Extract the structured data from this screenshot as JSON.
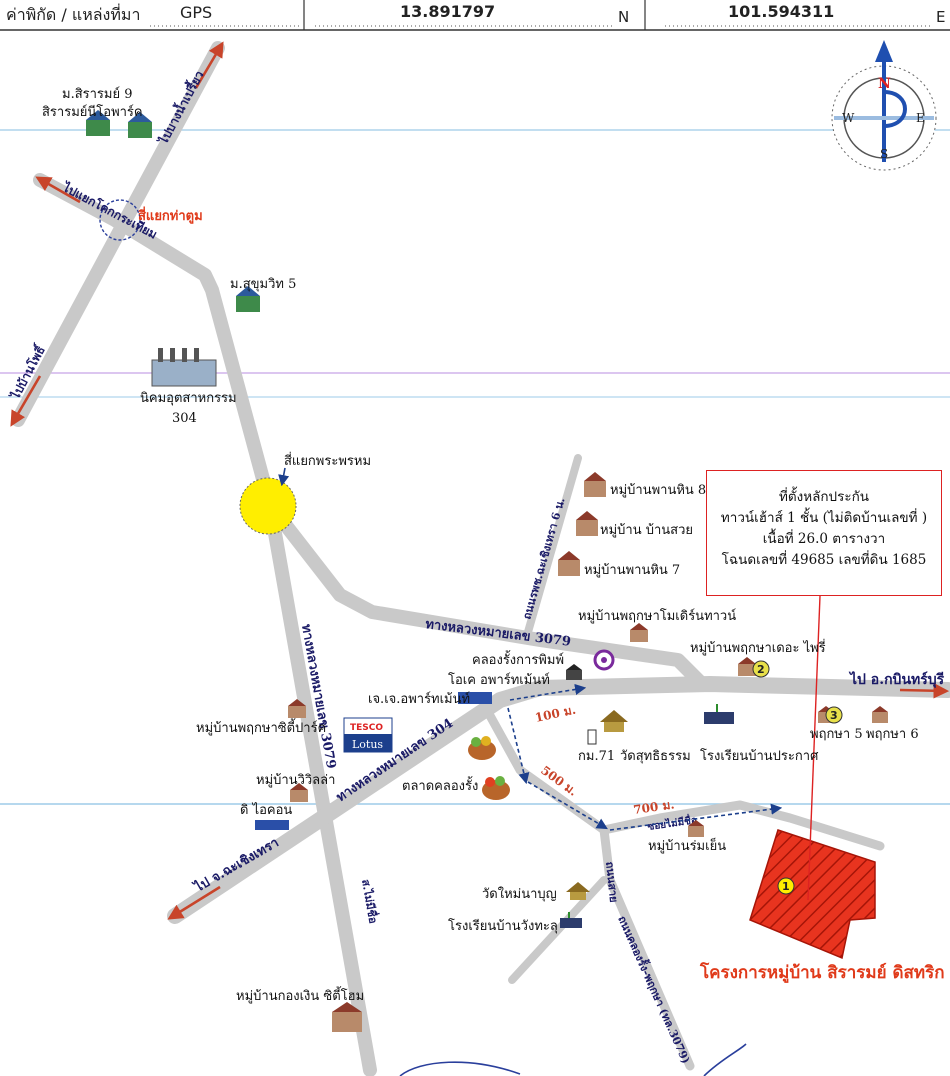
{
  "header": {
    "label": "ค่าพิกัด / แหล่งที่มา",
    "source": "GPS",
    "north_value": "13.891797",
    "north_unit": "N",
    "east_value": "101.594311",
    "east_unit": "E"
  },
  "compass": {
    "n": "N",
    "s": "S",
    "e": "E",
    "w": "W"
  },
  "roads": {
    "r3079_h": "ทางหลวงหมายเลข 3079",
    "r3079_v": "ทางหลวงหมายเลข 3079",
    "r304": "ทางหลวงหมายเลข 304",
    "to_bangnamprieo": "ไปบางน้ำเปรี้ยว",
    "to_khokkrathiam": "ไปแยกโคกกระเทียม",
    "to_ban_pho": "ไปบ้านโพธิ์",
    "to_kabinburi": "ไป อ.กบินทร์บุรี",
    "to_chachoengsao": "ไป จ.ฉะเชิงเทรา",
    "sub_road_north": "ถนนรพช.ฉะเชิงเทรา 6 น.",
    "sub_road_south": "ถนนคลองรั้ง-พฤกษา (ทล.3079)",
    "soi_south": "ส.ไม่มีชื่อ",
    "soi_ban": "ซอยไม่มีชื่อ",
    "soi_south_label": "ถนนสาย"
  },
  "intersections": {
    "tha_tum": "สี่แยกท่าตูม",
    "phra_phrom": "สี่แยกพระพรหม"
  },
  "places": {
    "sirarom9_a": "ม.สิรารมย์ 9",
    "sirarom9_b": "สิรารมย์นีโอพาร์ค",
    "sukhumvit5": "ม.สุขุมวิท 5",
    "industrial_a": "นิคมอุตสาหกรรม",
    "industrial_b": "304",
    "phanhin8": "หมู่บ้านพานหิน 8",
    "bansuai": "หมู่บ้าน บ้านสวย",
    "phanhin7": "หมู่บ้านพานหิน 7",
    "pruksa_modern": "หมู่บ้านพฤกษาโมเดิร์นทาวน์",
    "pruksa_the_fairy": "หมู่บ้านพฤกษาเดอะ ไพรี่",
    "klongrang_print": "คลองรั้งการพิมพ์",
    "ok_apartment": "โอเค อพาร์ทเม้นท์",
    "jj_apartment": "เจ.เจ.อพาร์ทเม้นท์",
    "pruksa_city": "หมู่บ้านพฤกษาซิตี้ปาร์ค",
    "tesco_a": "TESCO",
    "tesco_b": "Lotus",
    "km71": "กม.71",
    "wat_suthi": "วัดสุทธิธรรม",
    "school_prakas": "โรงเรียนบ้านประกาศ",
    "pruksa5": "พฤกษา 5",
    "pruksa6": "พฤกษา 6",
    "villa": "หมู่บ้านวิวิลล่า",
    "d_icon": "ดิ ไอคอน",
    "market": "ตลาดคลองรั้ง",
    "ban_rom_yen": "หมู่บ้านร่มเย็น",
    "wat_mai": "วัดใหม่นาบุญ",
    "school_wang": "โรงเรียนบ้านวังทะลุ",
    "kongngern": "หมู่บ้านกองเงิน ซิตี้โฮม",
    "project": "โครงการหมู่บ้าน สิรารมย์ ดิสทริก"
  },
  "distances": {
    "d100": "100 ม.",
    "d500": "500 ม.",
    "d700": "700 ม."
  },
  "markers": {
    "m1": "1",
    "m2": "2",
    "m3": "3"
  },
  "info_box": {
    "line1": "ที่ตั้งหลักประกัน",
    "line2": "ทาวน์เฮ้าส์ 1 ชั้น (ไม่ติดบ้านเลขที่ )",
    "line3": "เนื้อที่ 26.0 ตารางวา",
    "line4": "โฉนดเลขที่ 49685 เลขที่ดิน 1685"
  },
  "colors": {
    "road": "#c9c9c9",
    "arrow": "#d2492e",
    "highlight": "#ffee00",
    "plot": "#e0341f",
    "label_red": "#e03a1a",
    "blue_line": "#9ecbe8",
    "purple_line": "#c7a4e8"
  }
}
